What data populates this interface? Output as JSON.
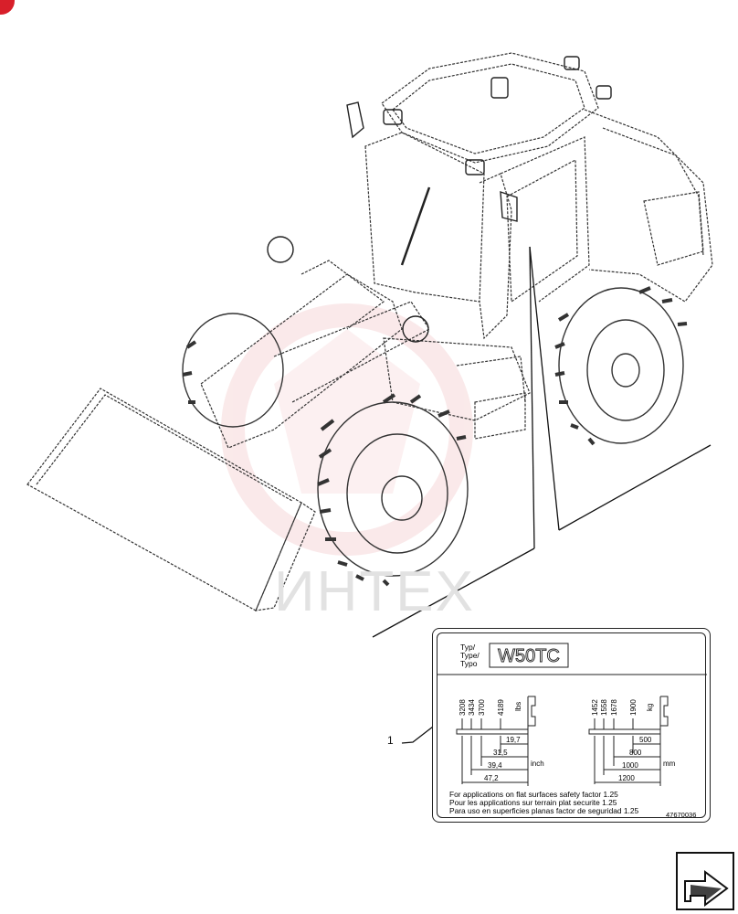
{
  "watermark": "ИНТЕХ",
  "callout_number": "1",
  "decal": {
    "type_labels": [
      "Typ/",
      "Type/",
      "Typo"
    ],
    "model": "W50TC",
    "lbs_values": [
      "3208",
      "3434",
      "3700",
      "4189"
    ],
    "lbs_unit": "lbs",
    "inch_distances": [
      "19,7",
      "31,5",
      "39,4",
      "47,2"
    ],
    "inch_unit": "inch",
    "kg_values": [
      "1452",
      "1558",
      "1678",
      "1900"
    ],
    "kg_unit": "kg",
    "mm_distances": [
      "500",
      "800",
      "1000",
      "1200"
    ],
    "mm_unit": "mm",
    "notes": [
      "For applications on flat surfaces safety factor 1.25",
      "Pour les applications sur terrain plat securite 1.25",
      "Para uso en superficies planas factor de seguridad 1.25"
    ],
    "part_number": "47670036"
  },
  "colors": {
    "brand_red": "#d81f2a",
    "line": "#222222",
    "watermark_red": "#f2c2c4"
  }
}
